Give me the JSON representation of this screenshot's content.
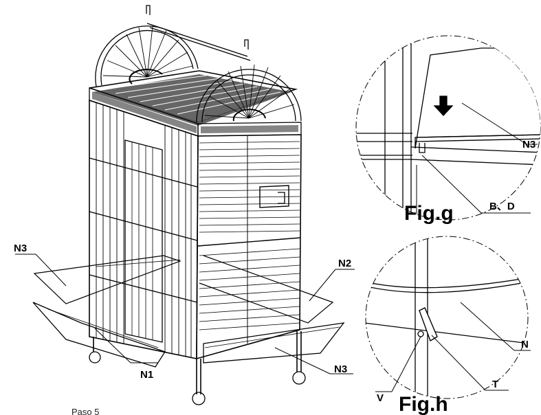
{
  "labels": {
    "n3_left": "N3",
    "n2": "N2",
    "n1": "N1",
    "n3_bottom": "N3",
    "n3_fig_g": "N3",
    "bd": "B、D",
    "n": "N",
    "t": "T",
    "v": "V"
  },
  "figures": {
    "fig_g": "Fig.g",
    "fig_h": "Fig.h"
  },
  "step_label": "Paso 5"
}
